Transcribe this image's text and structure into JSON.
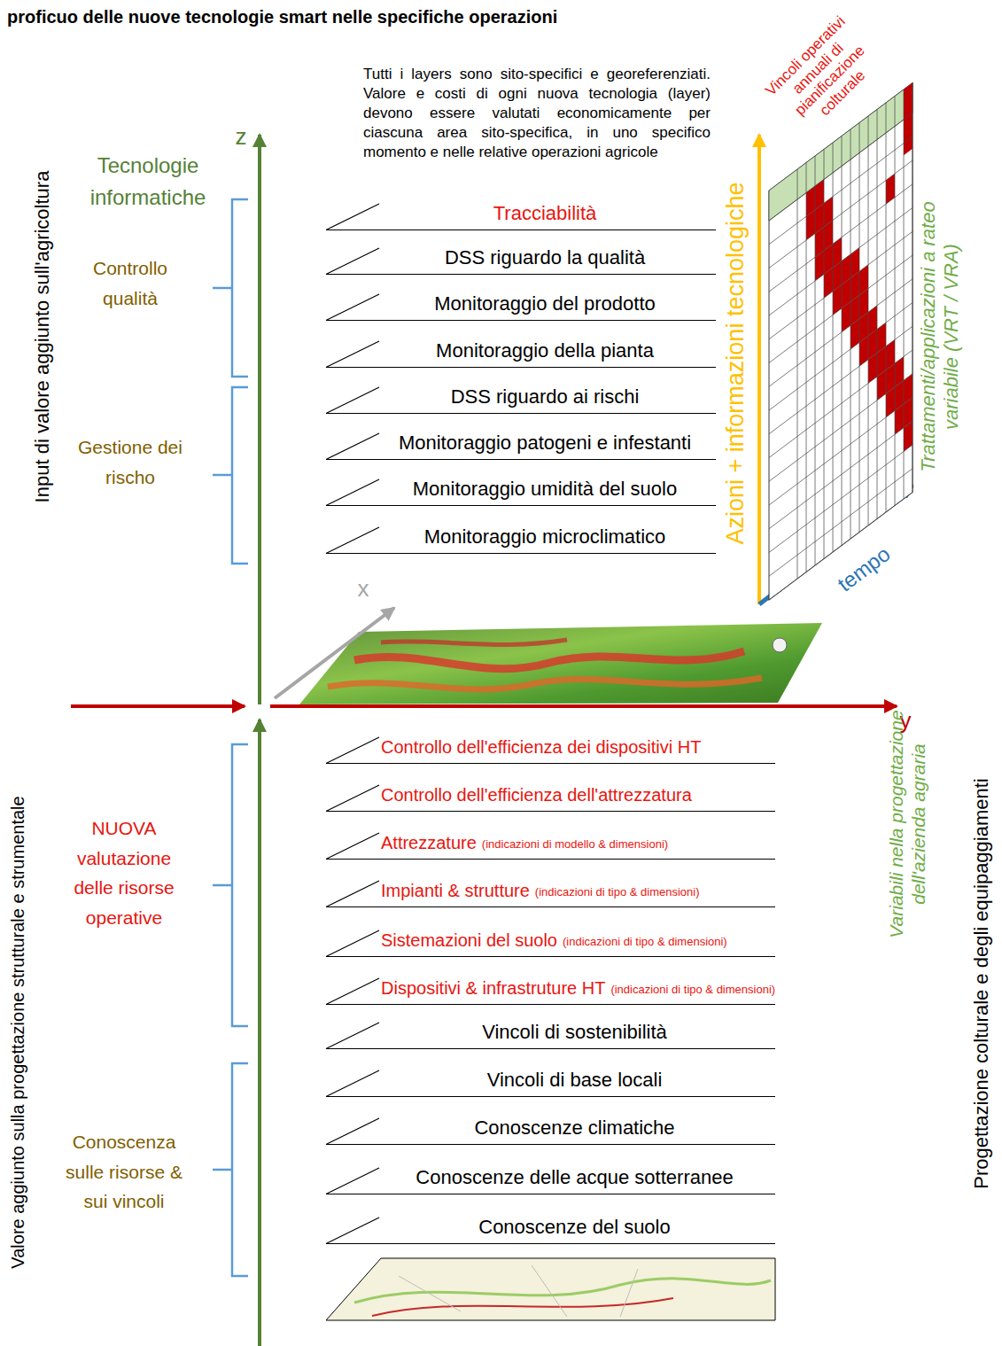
{
  "diagram": {
    "title": "proficuo delle nuove tecnologie smart nelle specifiche operazioni",
    "nodes": [
      {
        "text": [
          "Tracciabilità"
        ]
      },
      {
        "text": [
          "DSS riguardo la qualità"
        ]
      },
      {
        "text": [
          "Monitoraggio del prodotto"
        ]
      },
      {
        "text": [
          "Monitoraggio della pianta"
        ]
      },
      {
        "text": [
          "DSS riguardo ai rischi"
        ]
      },
      {
        "text": [
          "Monitoraggio patogeni e infestanti"
        ]
      },
      {
        "text": [
          "Monitoraggio umidità del suolo"
        ]
      },
      {
        "text": [
          "Monitoraggio microclimatico"
        ]
      },
      {
        "text": [
          "Controllo dell'efficienza dei dispositivi HT"
        ]
      },
      {
        "text": [
          "Controllo dell'efficienza dell'attrezzatura"
        ]
      },
      {
        "text": [
          "Attrezzature",
          "(indicazioni di modello & dimensioni)"
        ]
      },
      {
        "text": [
          "Impianti & strutture",
          "(indicazioni di tipo & dimensioni)"
        ]
      },
      {
        "text": [
          "Sistemazioni del suolo",
          "(indicazioni di tipo & dimensioni)"
        ]
      },
      {
        "text": [
          "Dispositivi & infrastruture HT",
          "(indicazioni di tipo & dimensioni)"
        ]
      },
      {
        "text": [
          "Vincoli di sostenibilità"
        ]
      },
      {
        "text": [
          "Vincoli di base locali"
        ]
      },
      {
        "text": [
          "Conoscenze climatiche"
        ]
      },
      {
        "text": [
          "Conoscenze delle acque sotterranee"
        ]
      },
      {
        "text": [
          "Conoscenze del suolo"
        ]
      }
    ],
    "labels": [
      "Tutti i layers sono sito-specifici e georeferenziati. Valore e costi di ogni nuova tecnologia (layer) devono essere valutati economicamente per ciascuna area sito-specifica, in uno specifico momento e nelle relative operazioni agricole",
      "Vincoli operativi annuali di pianificazione colturale",
      "z",
      "Tecnologie informatiche",
      "Input di valore aggiunto sull'agricoltura",
      "Azioni + informazioni tecnologiche",
      "Trattamenti/applicazioni a rateo variabile (VRT / VRA)",
      "Controllo qualità",
      "Gestione dei rischo",
      "tempo",
      "x",
      "y",
      "NUOVA valutazione delle risorse operative",
      "Valore aggiunto sulla progettazione strutturale e strumentale",
      "Variabili nella progettazione dell'azienda agraria",
      "Progettazione colturale e degli equipaggiamenti",
      "Conoscenza sulle risorse & sui vincoli"
    ]
  }
}
